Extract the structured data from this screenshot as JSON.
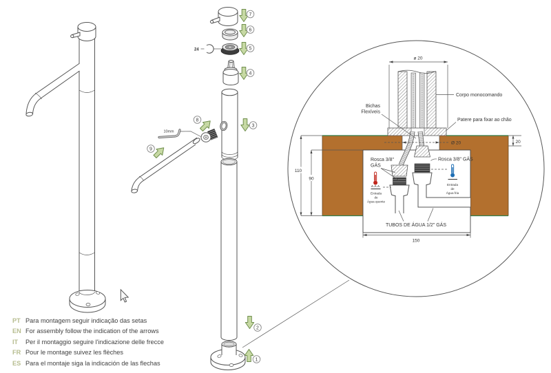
{
  "document": {
    "type": "faucet assembly and installation diagram",
    "parts": [
      {
        "number": "1"
      },
      {
        "number": "2"
      },
      {
        "number": "3"
      },
      {
        "number": "4"
      },
      {
        "number": "5"
      },
      {
        "number": "6"
      },
      {
        "number": "7"
      },
      {
        "number": "8"
      },
      {
        "number": "9"
      }
    ],
    "tools": {
      "wrench_size": "24",
      "hex_key_size": "10mm"
    },
    "detail": {
      "labels": {
        "corpo": "Corpo monocomando",
        "bichas_line1": "Bichas",
        "bichas_line2": "Flexíveis",
        "patere": "Patere para fixar ao chão",
        "rosca_left_line1": "Rosca 3/8\"",
        "rosca_left_line2": "GÁS",
        "rosca_right": "Rosca 3/8\" GÁS",
        "tubos": "TUBOS DE ÁGUA 1/2\" GÁS",
        "entrada_quente_line1": "Entrada",
        "entrada_quente_line2": "de",
        "entrada_quente_line3": "Água quente",
        "entrada_fria_line1": "Entrada",
        "entrada_fria_line2": "de",
        "entrada_fria_line3": "Água fria"
      },
      "dimensions": {
        "top_diameter": "ø 20",
        "hole_diameter": "Ø 20",
        "floor_thickness": "20",
        "depth_total": "110",
        "depth_recess": "90",
        "recess_width": "150"
      }
    },
    "instructions": [
      {
        "code": "PT",
        "text": "Para montagem seguir indicação das setas"
      },
      {
        "code": "EN",
        "text": "For assembly follow the indication of the arrows"
      },
      {
        "code": "IT",
        "text": "Per il montaggio seguire l'indicazione delle frecce"
      },
      {
        "code": "FR",
        "text": "Pour le montage suivez les flèches"
      },
      {
        "code": "ES",
        "text": "Para el montaje siga la indicación de las flechas"
      }
    ],
    "colors": {
      "arrow_green": "#c7d9a4",
      "arrow_green_border": "#6f8e4d",
      "floor_brown": "#b3702e",
      "floor_edge_green": "#2e7d4a",
      "hot_red": "#c0271c",
      "cold_blue": "#1f6fb5",
      "lang_code_olive": "#b7bd90",
      "line_gray": "#545454"
    }
  }
}
